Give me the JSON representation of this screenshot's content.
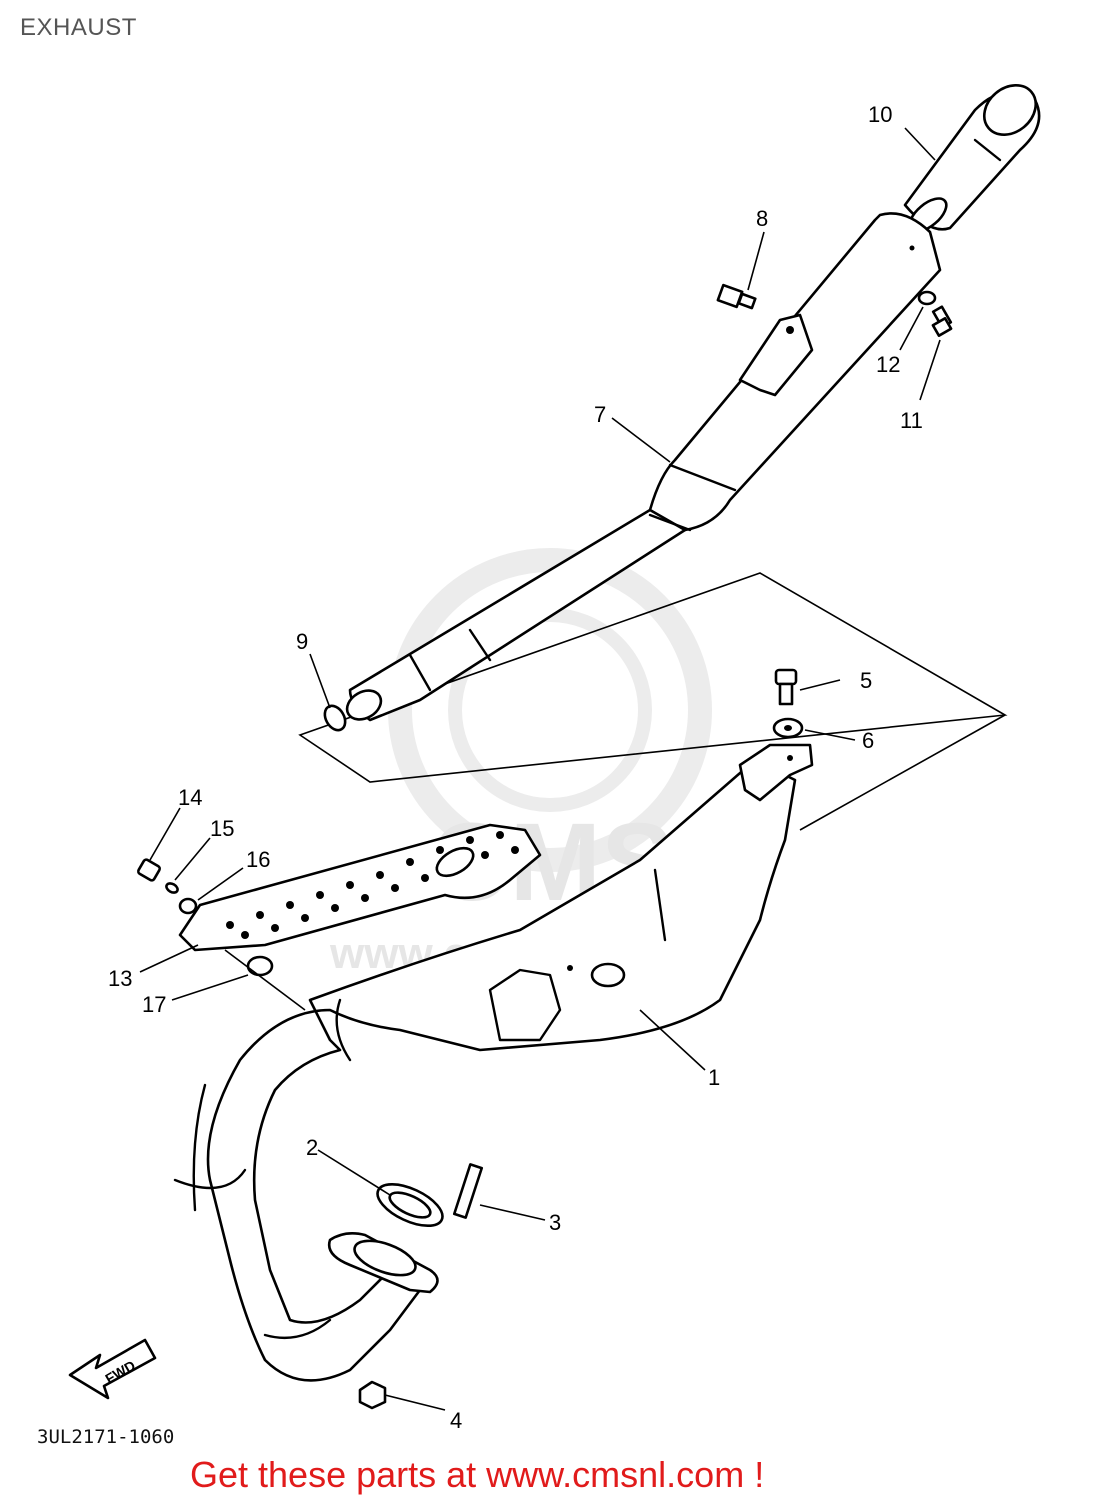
{
  "page": {
    "title": "EXHAUST",
    "diagram_code": "3UL2171-1060",
    "footer_text": "Get these parts at www.cmsnl.com !",
    "watermark": "www.cmsnl.com",
    "watermark_logo": "CMS",
    "fwd_label": "FWD"
  },
  "callouts": [
    "1",
    "2",
    "3",
    "4",
    "5",
    "6",
    "7",
    "8",
    "9",
    "10",
    "11",
    "12",
    "13",
    "14",
    "15",
    "16",
    "17"
  ],
  "colors": {
    "footer": "#e11b1b",
    "title": "#555555",
    "lines": "#000000",
    "watermark": "#e6e6e6"
  }
}
